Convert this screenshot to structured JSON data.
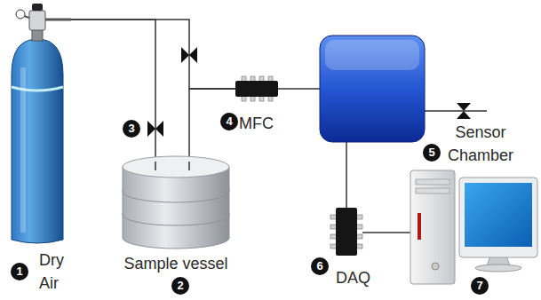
{
  "diagram": {
    "nodes": [
      {
        "text": [
          "Dry Air"
        ]
      },
      {
        "text": [
          "Sample vessel"
        ]
      },
      {
        "text": [
          "MFC"
        ]
      },
      {
        "text": [
          "Sensor Chamber"
        ]
      },
      {
        "text": [
          "DAQ"
        ]
      }
    ],
    "edges": [
      {
        "from": 0,
        "to": 1,
        "arrow": "none"
      },
      {
        "from": 0,
        "to": 2,
        "arrow": "none"
      },
      {
        "from": 1,
        "to": 2,
        "arrow": "none"
      },
      {
        "from": 2,
        "to": 3,
        "arrow": "none"
      },
      {
        "from": 3,
        "to": 4,
        "arrow": "none"
      }
    ],
    "labels": [
      "1",
      "2",
      "3",
      "4",
      "5",
      "6",
      "7"
    ]
  }
}
